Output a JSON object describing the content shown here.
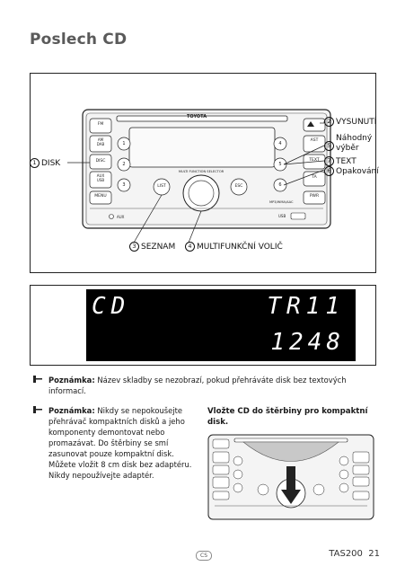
{
  "page": {
    "title": "Poslech CD",
    "footer_model": "TAS200",
    "footer_page": "21",
    "footer_lang": "CS"
  },
  "radio": {
    "brand": "TOYOTA",
    "buttons_left": [
      "FM",
      "AM\nDAB",
      "DISC",
      "AUX\nUSB",
      "MENU"
    ],
    "buttons_right": [
      "AST",
      "TEXT",
      "TA",
      "PWR"
    ],
    "presets_left": [
      "1",
      "2",
      "3"
    ],
    "presets_right": [
      "4",
      "5",
      "6"
    ],
    "list_button": "LIST",
    "esc_button": "ESC",
    "knob_label": "MULTI FUNCTION SELECTOR",
    "aux_label": "AUX",
    "usb_label": "USB",
    "mp3_label": "MP3/WMA/AAC"
  },
  "callouts": {
    "disk": {
      "num": "1",
      "label": "DISK"
    },
    "eject": {
      "num": "2",
      "label": "VYSUNUTÍ"
    },
    "seznam": {
      "num": "3",
      "label": "SEZNAM"
    },
    "multi": {
      "num": "4",
      "label": "MULTIFUNKČNÍ VOLIČ"
    },
    "random": {
      "num": "5",
      "label_line1": "Náhodný",
      "label_line2": "výběr"
    },
    "text": {
      "num": "7",
      "label": "TEXT"
    },
    "repeat": {
      "num": "6",
      "label": "Opakování"
    }
  },
  "display": {
    "source": "CD",
    "track": "TR11",
    "time": "1248"
  },
  "notes": [
    {
      "bold": "Poznámka:",
      "text": " Název skladby se nezobrazí, pokud přehráváte disk bez textových informací."
    },
    {
      "bold": "Poznámka:",
      "text": " Nikdy se nepokoušejte přehrávač kompaktních disků a jeho komponenty demontovat nebo promazávat. Do štěrbiny se smí zasunovat pouze kompaktní disk. Můžete vložit 8 cm disk bez adaptéru. Nikdy nepoužívejte adaptér."
    }
  ],
  "insert_heading": "Vložte CD do štěrbiny pro kompaktní disk."
}
